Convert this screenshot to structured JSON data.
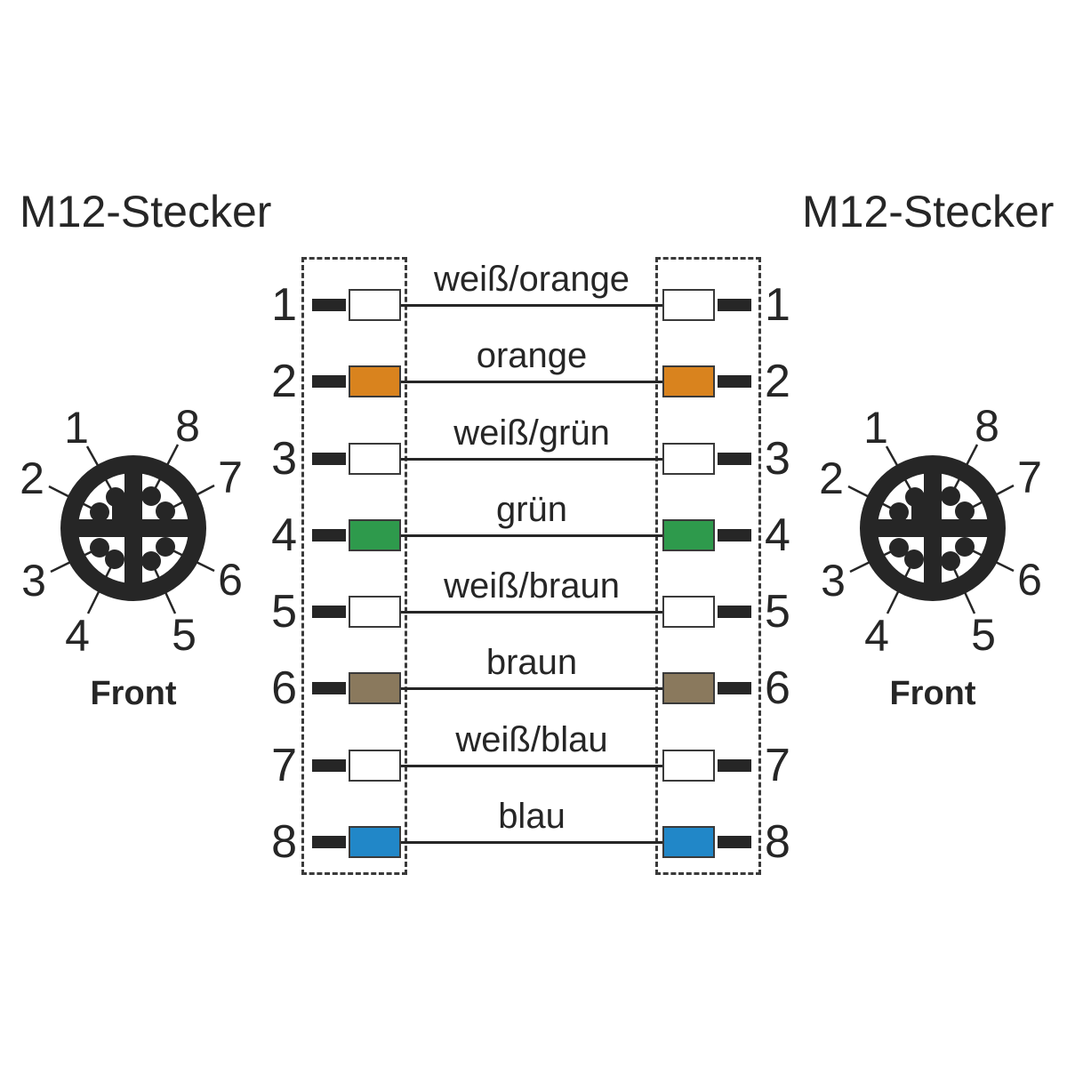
{
  "left_connector": {
    "title": "M12-Stecker",
    "front_label": "Front",
    "pins": [
      "1",
      "2",
      "3",
      "4",
      "5",
      "6",
      "7",
      "8"
    ]
  },
  "right_connector": {
    "title": "M12-Stecker",
    "front_label": "Front",
    "pins": [
      "1",
      "2",
      "3",
      "4",
      "5",
      "6",
      "7",
      "8"
    ]
  },
  "wires": [
    {
      "left_pin": "1",
      "right_pin": "1",
      "label": "weiß/orange",
      "color_name": "white",
      "color": "#FFFFFF"
    },
    {
      "left_pin": "2",
      "right_pin": "2",
      "label": "orange",
      "color_name": "orange",
      "color": "#D9831E"
    },
    {
      "left_pin": "3",
      "right_pin": "3",
      "label": "weiß/grün",
      "color_name": "white",
      "color": "#FFFFFF"
    },
    {
      "left_pin": "4",
      "right_pin": "4",
      "label": "grün",
      "color_name": "green",
      "color": "#2E9A4C"
    },
    {
      "left_pin": "5",
      "right_pin": "5",
      "label": "weiß/braun",
      "color_name": "white",
      "color": "#FFFFFF"
    },
    {
      "left_pin": "6",
      "right_pin": "6",
      "label": "braun",
      "color_name": "brown",
      "color": "#8A795D"
    },
    {
      "left_pin": "7",
      "right_pin": "7",
      "label": "weiß/blau",
      "color_name": "white",
      "color": "#FFFFFF"
    },
    {
      "left_pin": "8",
      "right_pin": "8",
      "label": "blau",
      "color_name": "blue",
      "color": "#2187C8"
    }
  ],
  "colors": {
    "ink": "#262626",
    "box_border": "#3A3A3A",
    "background": "#FFFFFF"
  }
}
